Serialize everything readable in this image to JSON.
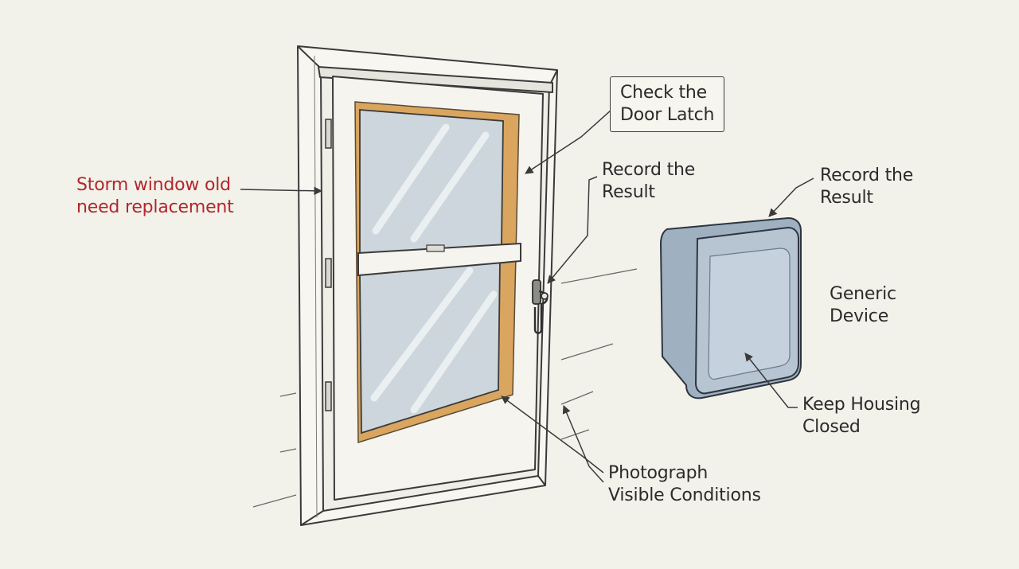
{
  "labels": {
    "storm_window": {
      "line1": "Storm window old",
      "line2": "need replacement"
    },
    "check_latch": {
      "line1": "Check the",
      "line2": "Door Latch"
    },
    "record_result_1": {
      "line1": "Record the",
      "line2": "Result"
    },
    "record_result_2": {
      "line1": "Record the",
      "line2": "Result"
    },
    "generic_device": {
      "line1": "Generic",
      "line2": "Device"
    },
    "keep_housing": {
      "line1": "Keep Housing",
      "line2": "Closed"
    },
    "photograph": {
      "line1": "Photograph",
      "line2": "Visible Conditions"
    }
  },
  "colors": {
    "background": "#f3f2ea",
    "ink": "#2b2b2b",
    "warning_text": "#b3262c",
    "glass": "#cdd6dc",
    "weatherstrip": "#d9a55f",
    "device_body": "#9fb0c0"
  }
}
